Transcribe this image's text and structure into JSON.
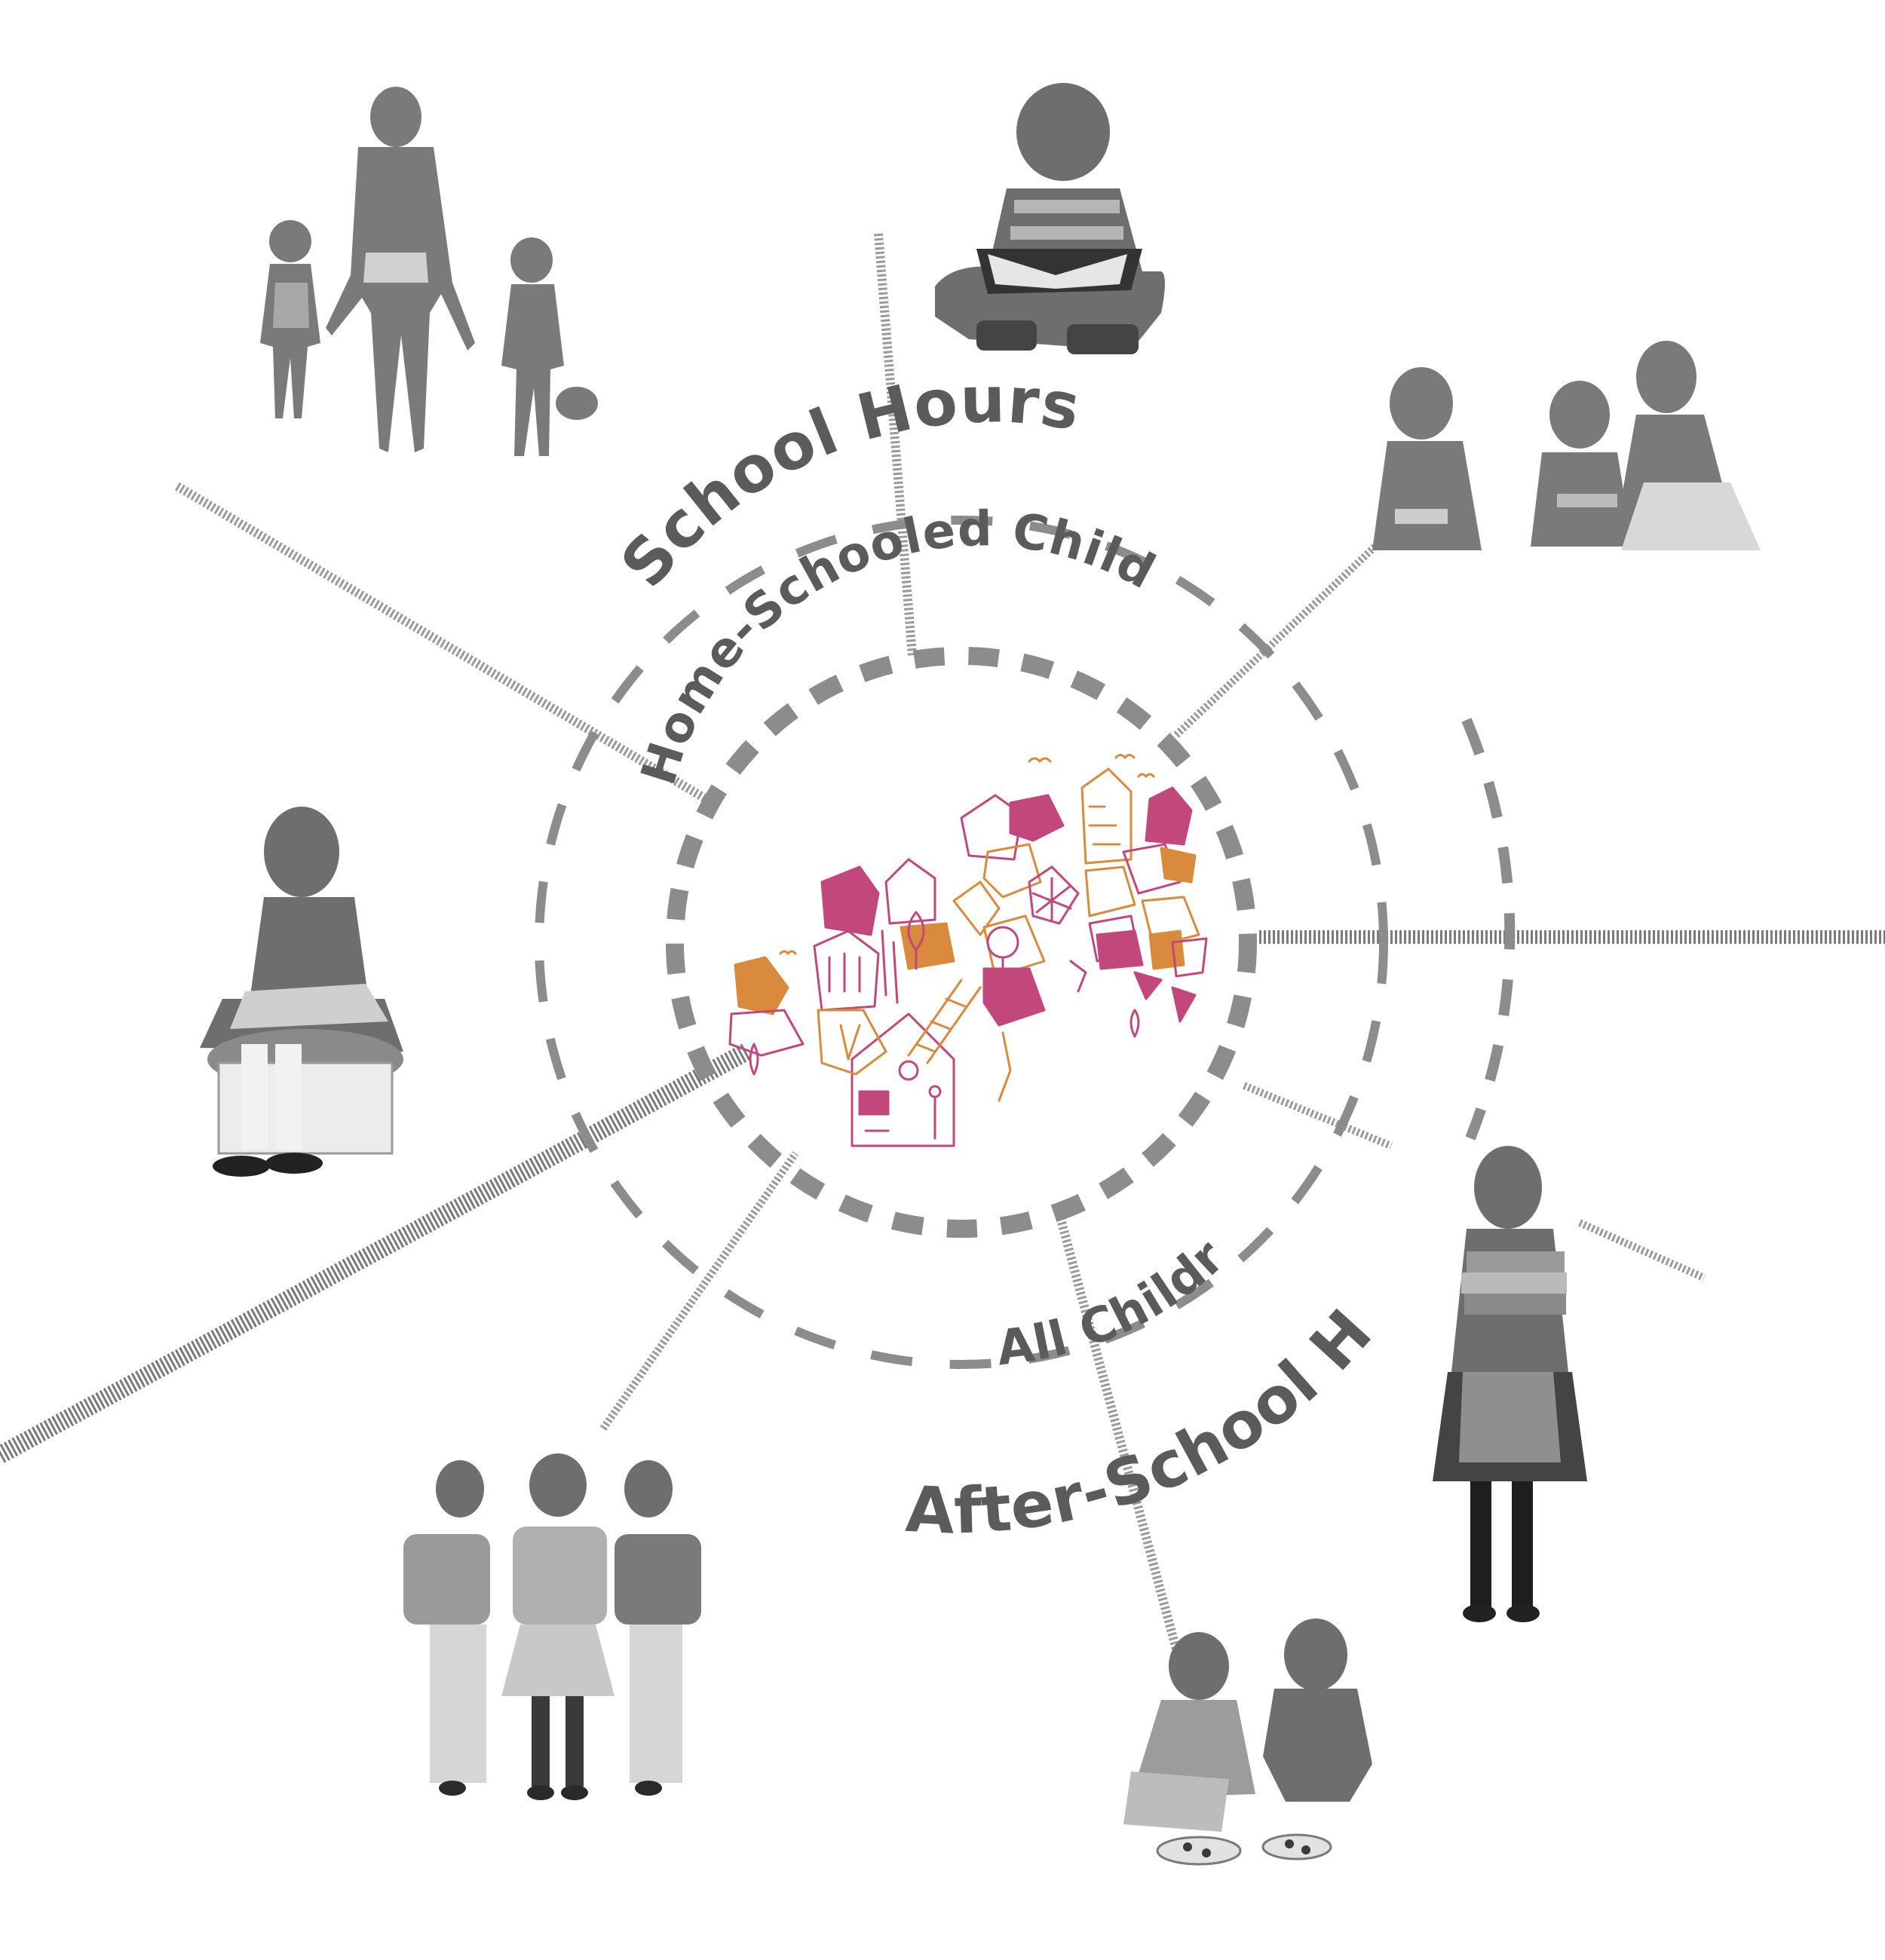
{
  "diagram": {
    "labels": {
      "school_hours": "School Hours",
      "home_schooled_children": "Home-Schooled Children",
      "all_children": "All Children",
      "after_school_hours": "After-School Hours"
    },
    "figures": [
      {
        "id": "mother-with-two-children",
        "kind": "photo"
      },
      {
        "id": "boy-reading-book",
        "kind": "photo"
      },
      {
        "id": "three-children-reading",
        "kind": "photo"
      },
      {
        "id": "girl-writing-on-stool",
        "kind": "photo"
      },
      {
        "id": "teacher-holding-books",
        "kind": "photo"
      },
      {
        "id": "three-children-with-backpacks",
        "kind": "photo"
      },
      {
        "id": "two-children-painting",
        "kind": "photo"
      }
    ],
    "center_illustration": {
      "id": "colored-house-drawing",
      "kind": "illustration"
    },
    "colors": {
      "ring_stroke": "#8c8c8c",
      "label_text": "#5b5b5b",
      "accent_magenta": "#c2477a",
      "accent_orange": "#d98a3c",
      "figure_gray": "#6e6e6e"
    }
  }
}
